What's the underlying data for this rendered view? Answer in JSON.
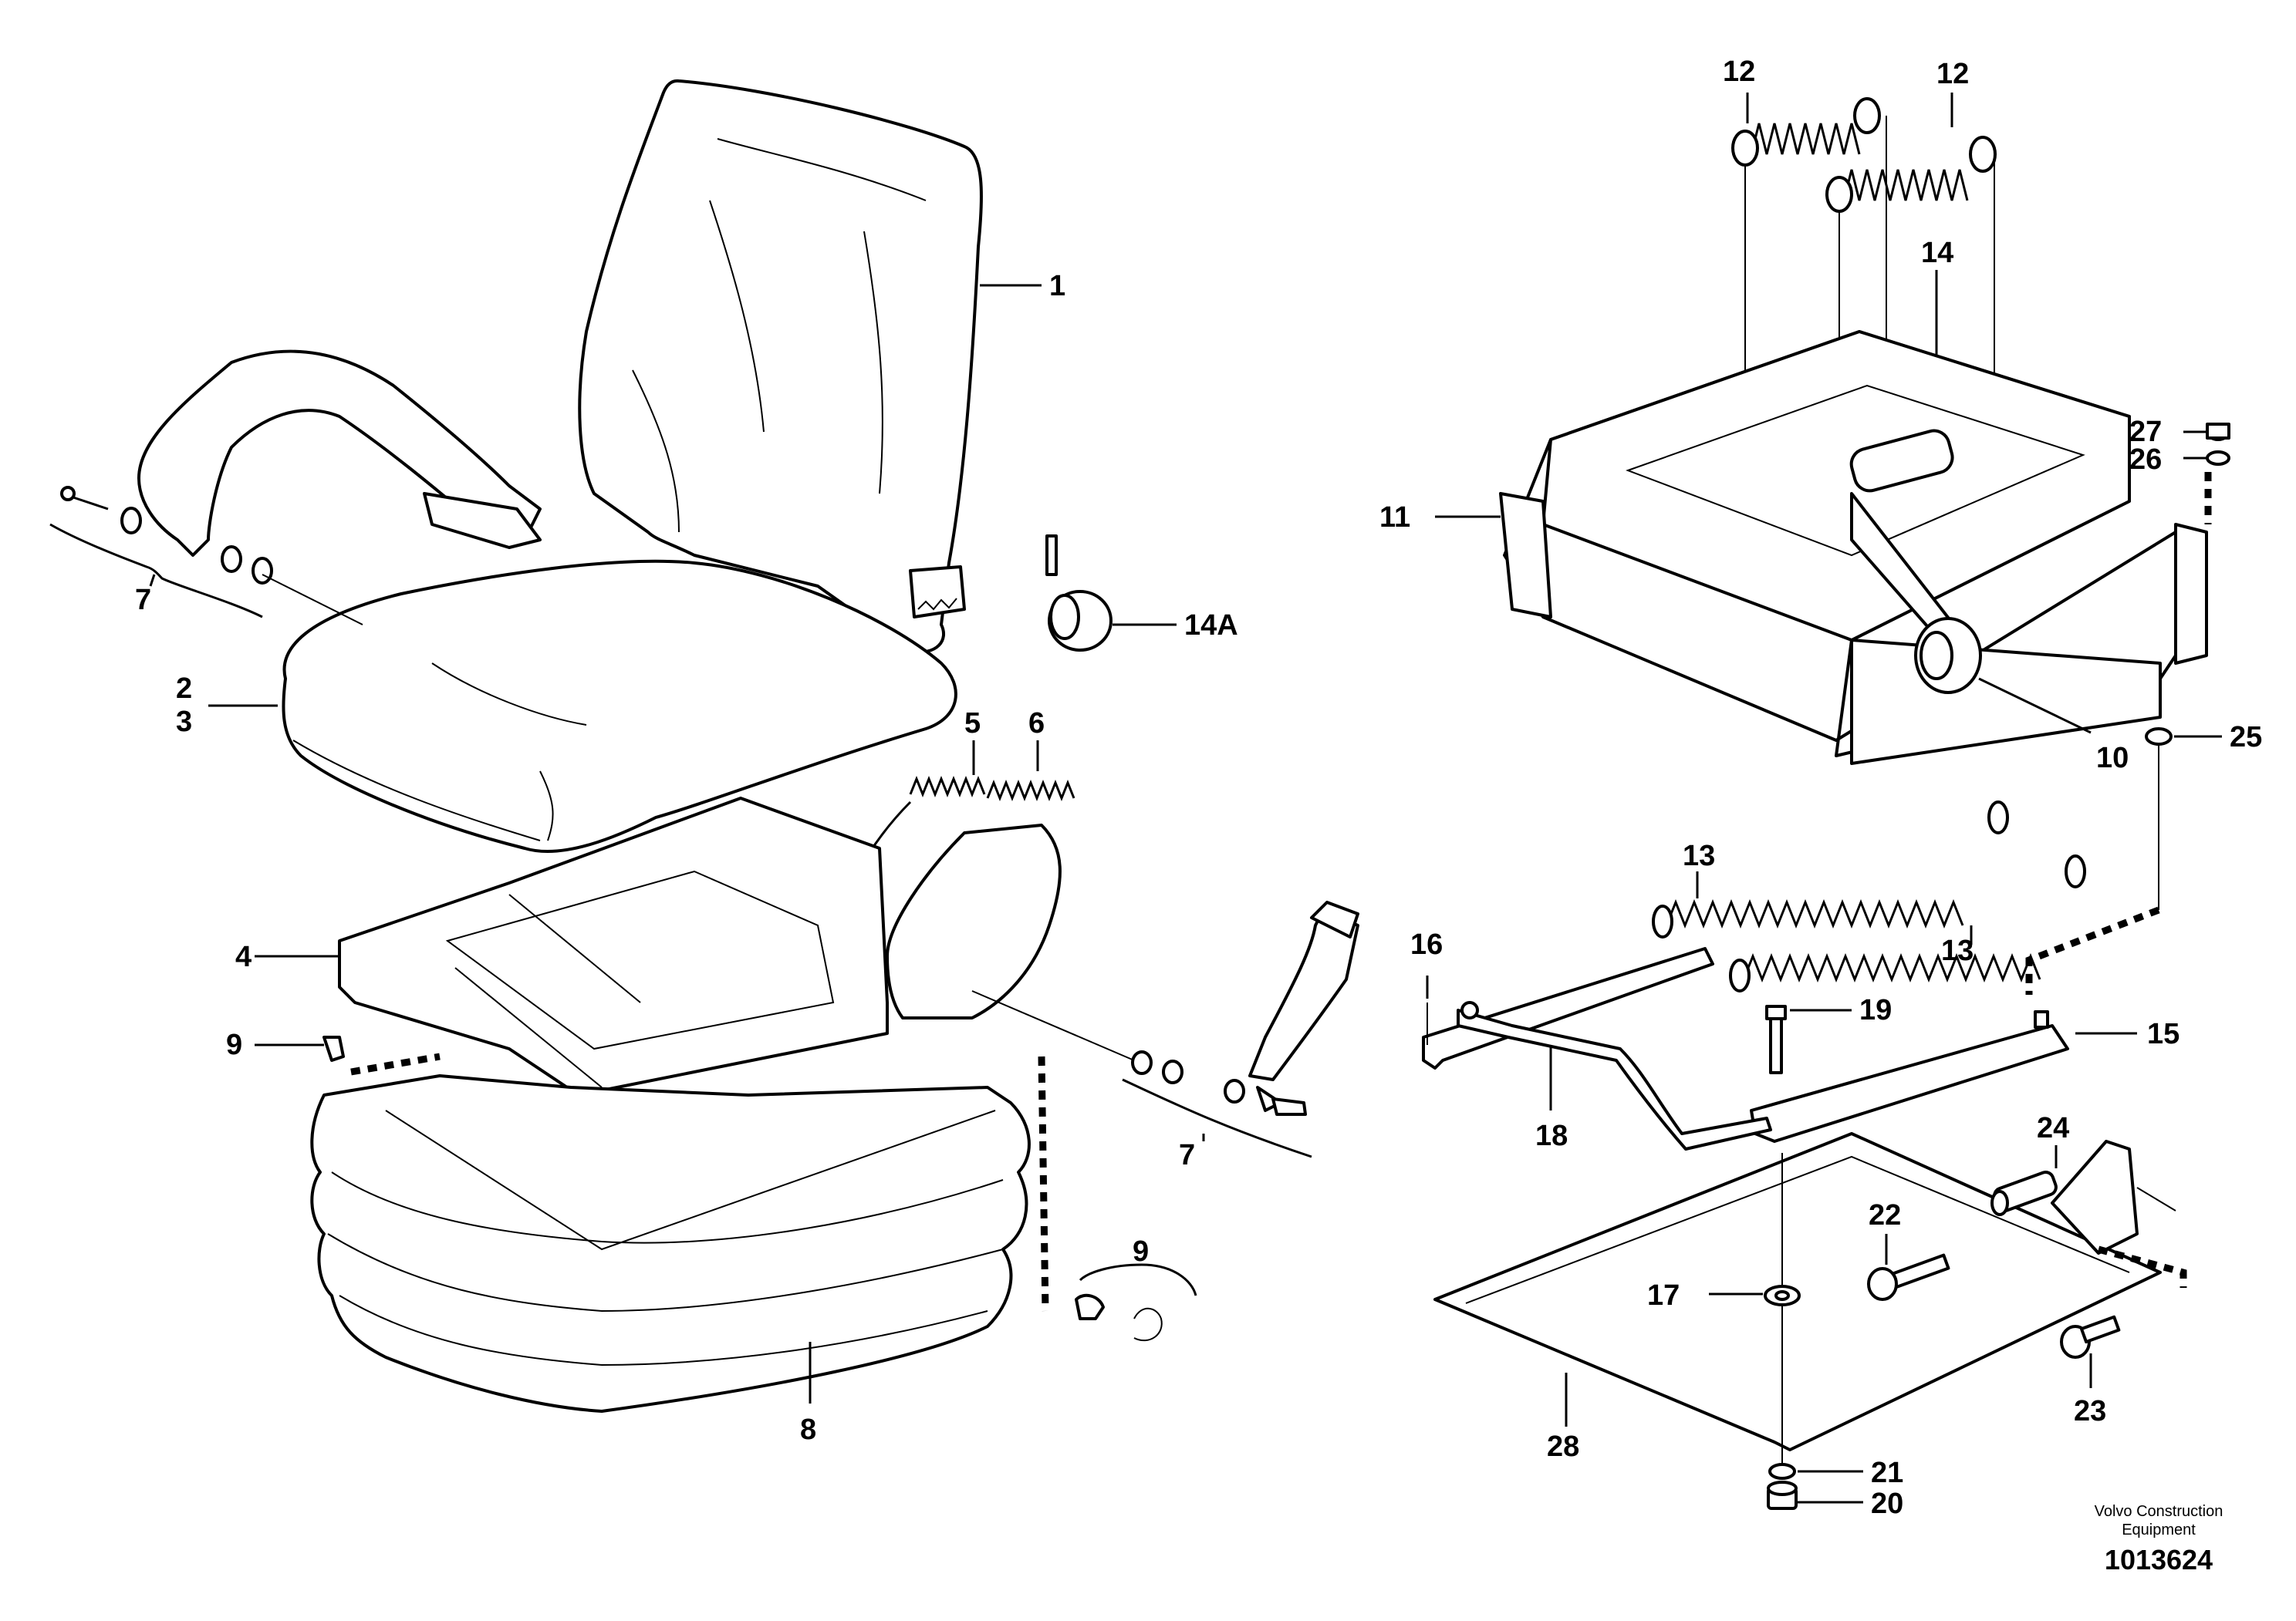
{
  "callouts": {
    "c1": "1",
    "c2": "2",
    "c3": "3",
    "c4": "4",
    "c5": "5",
    "c6": "6",
    "c7a": "7",
    "c7b": "7",
    "c8": "8",
    "c9a": "9",
    "c9b": "9",
    "c10": "10",
    "c11": "11",
    "c12a": "12",
    "c12b": "12",
    "c13a": "13",
    "c13b": "13",
    "c14": "14",
    "c14A": "14A",
    "c15": "15",
    "c16": "16",
    "c17": "17",
    "c18": "18",
    "c19": "19",
    "c20": "20",
    "c21": "21",
    "c22": "22",
    "c23": "23",
    "c24": "24",
    "c25": "25",
    "c26": "26",
    "c27": "27",
    "c28": "28"
  },
  "footer": {
    "brand_line1": "Volvo Construction",
    "brand_line2": "Equipment",
    "doc_number": "1013624"
  }
}
